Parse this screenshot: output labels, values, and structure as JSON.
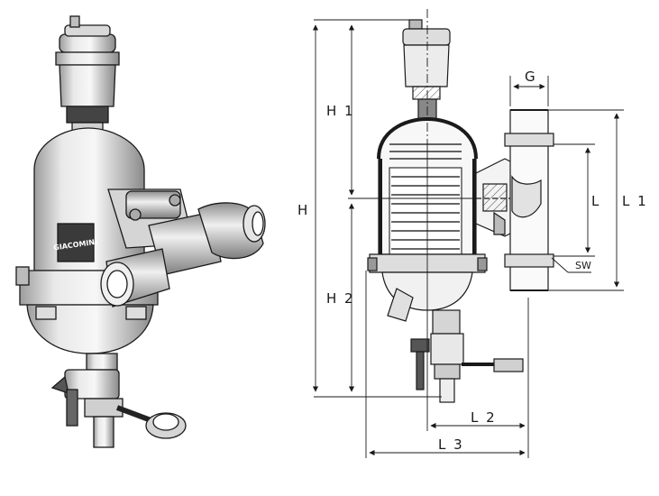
{
  "dimensions": {
    "H": "H",
    "H1": "H 1",
    "H2": "H 2",
    "G": "G",
    "L": "L",
    "L1": "L 1",
    "L2": "L 2",
    "L3": "L 3",
    "SW": "SW"
  },
  "logo": "GIACOMINI",
  "colors": {
    "line": "#1a1a1a",
    "body": "#e6e6e6",
    "shade": "#b5b5b5",
    "dark": "#4a4a4a"
  }
}
